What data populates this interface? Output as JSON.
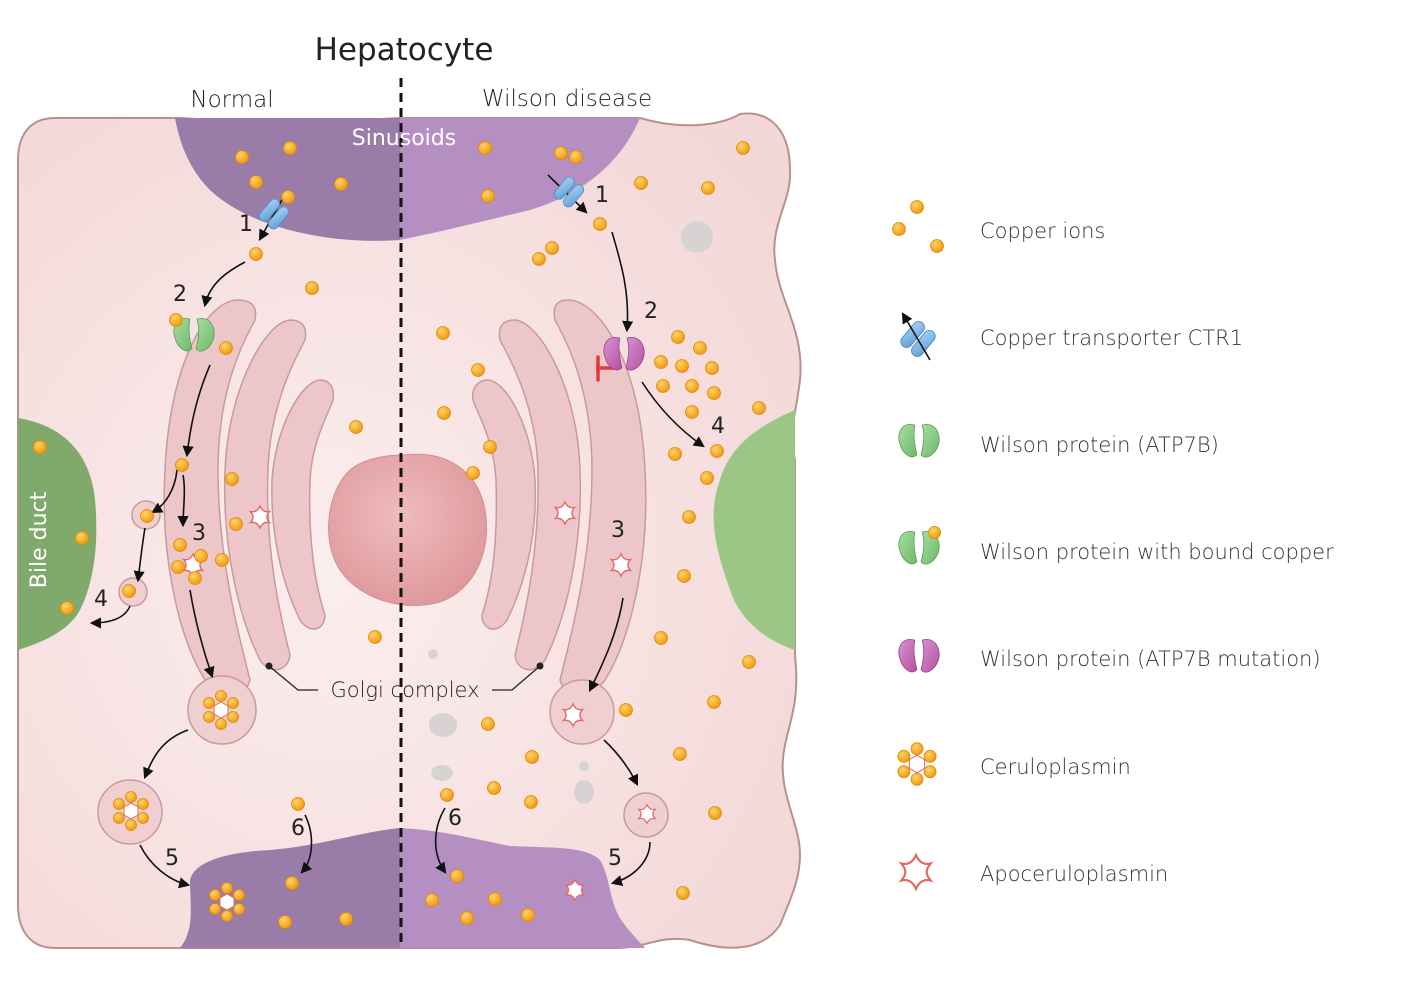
{
  "title": "Hepatocyte",
  "panels": {
    "left": "Normal",
    "right": "Wilson disease"
  },
  "labels": {
    "sinusoids": "Sinusoids",
    "bile_duct": "Bile duct",
    "golgi": "Golgi complex"
  },
  "steps": {
    "normal": [
      "1",
      "2",
      "3",
      "4",
      "5",
      "6"
    ],
    "disease": [
      "1",
      "2",
      "3",
      "4",
      "5",
      "6"
    ]
  },
  "legend": [
    {
      "icon": "copper-ions-icon",
      "label": "Copper ions"
    },
    {
      "icon": "ctr1-transporter-icon",
      "label": "Copper transporter CTR1"
    },
    {
      "icon": "wilson-protein-icon",
      "label": "Wilson protein (ATP7B)"
    },
    {
      "icon": "wilson-protein-bound-icon",
      "label": "Wilson protein with bound copper"
    },
    {
      "icon": "wilson-protein-mutant-icon",
      "label": "Wilson protein (ATP7B mutation)"
    },
    {
      "icon": "ceruloplasmin-icon",
      "label": "Ceruloplasmin"
    },
    {
      "icon": "apoceruloplasmin-icon",
      "label": "Apoceruloplasmin"
    }
  ],
  "colors": {
    "cell": "#f6dcdc",
    "cell_edge": "#b8918f",
    "golgi": "#ecc6c8",
    "nucleus": "#e8a8aa",
    "sinusoid_normal": "#9a7ca8",
    "sinusoid_disease": "#b38fc0",
    "bile_duct_normal": "#7fa86a",
    "bile_duct_disease": "#99c483",
    "copper": "#f4a91c",
    "ctr1": "#7fb6e3",
    "wilson": "#8cce8a",
    "wilson_mutant": "#c96cc0",
    "apo": "#e0706a"
  }
}
